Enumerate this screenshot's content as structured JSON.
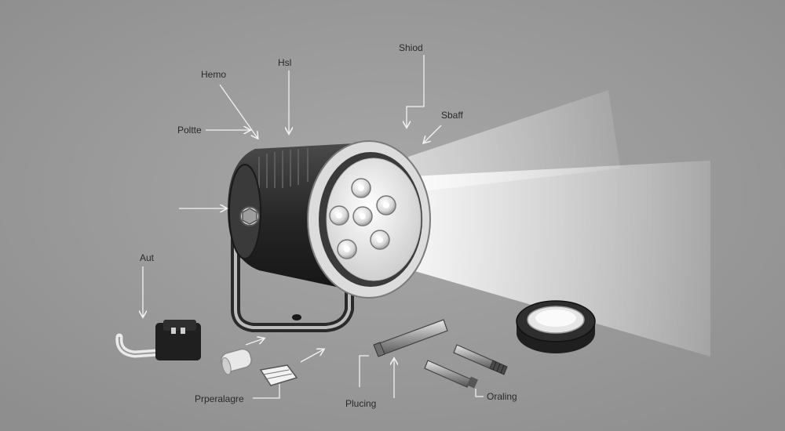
{
  "labels": {
    "hemp": "Hemo",
    "hsl": "Hsl",
    "shiod": "Shiod",
    "poltte": "Poltte",
    "sbaff": "Sbaff",
    "aut": "Aut",
    "prperalagre": "Prperalagre",
    "plucing": "Plucing",
    "oraling": "Oraling"
  },
  "colors": {
    "background": "#9a9a9a",
    "housing": "#2c2c2c",
    "ring": "#dcdcdc",
    "led": "#f4f4f4",
    "beam": "#ffffff"
  }
}
